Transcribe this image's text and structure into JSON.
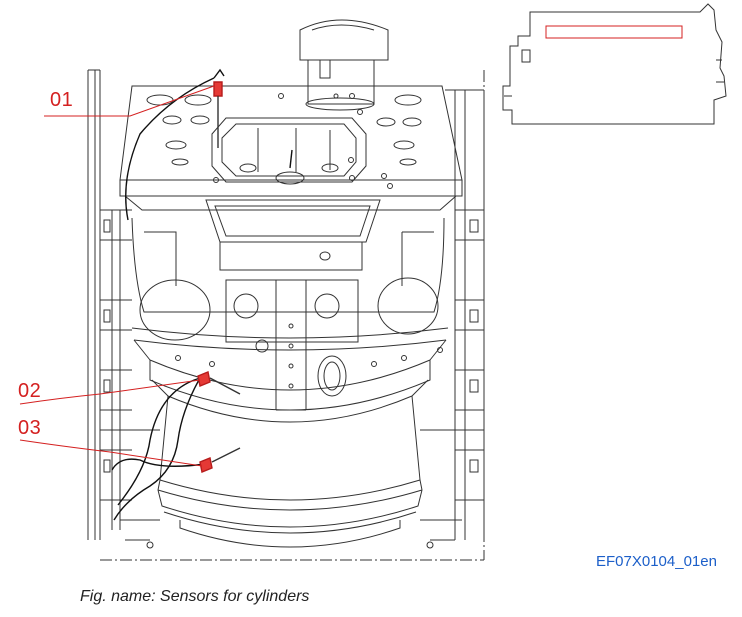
{
  "callouts": {
    "c01": "01",
    "c02": "02",
    "c03": "03"
  },
  "figure_code": "EF07X0104_01en",
  "caption": "Fig. name: Sensors for cylinders",
  "colors": {
    "callout": "#d42020",
    "figure_code": "#1c5fc9",
    "line_art": "#333333",
    "sensor_highlight": "#e53935"
  },
  "icons": {
    "main": "engine-frame-line-drawing",
    "overview": "locator-thumbnail"
  }
}
